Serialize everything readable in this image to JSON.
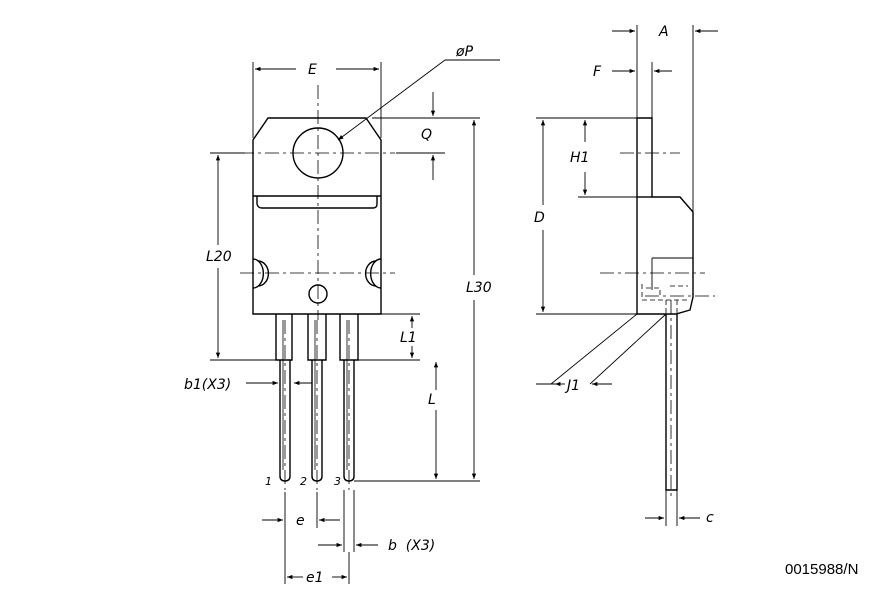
{
  "drawing": {
    "reference_code": "0015988/N",
    "front_view": {
      "labels": {
        "E": "E",
        "phiP": "øP",
        "Q": "Q",
        "L20": "L20",
        "L30": "L30",
        "L1": "L1",
        "L": "L",
        "b1": "b1(X3)",
        "e": "e",
        "b": "b  (X3)",
        "e1": "e1"
      },
      "pins": [
        "1",
        "2",
        "3"
      ]
    },
    "side_view": {
      "labels": {
        "A": "A",
        "F": "F",
        "H1": "H1",
        "D": "D",
        "J1": "J1",
        "c": "c"
      }
    }
  }
}
